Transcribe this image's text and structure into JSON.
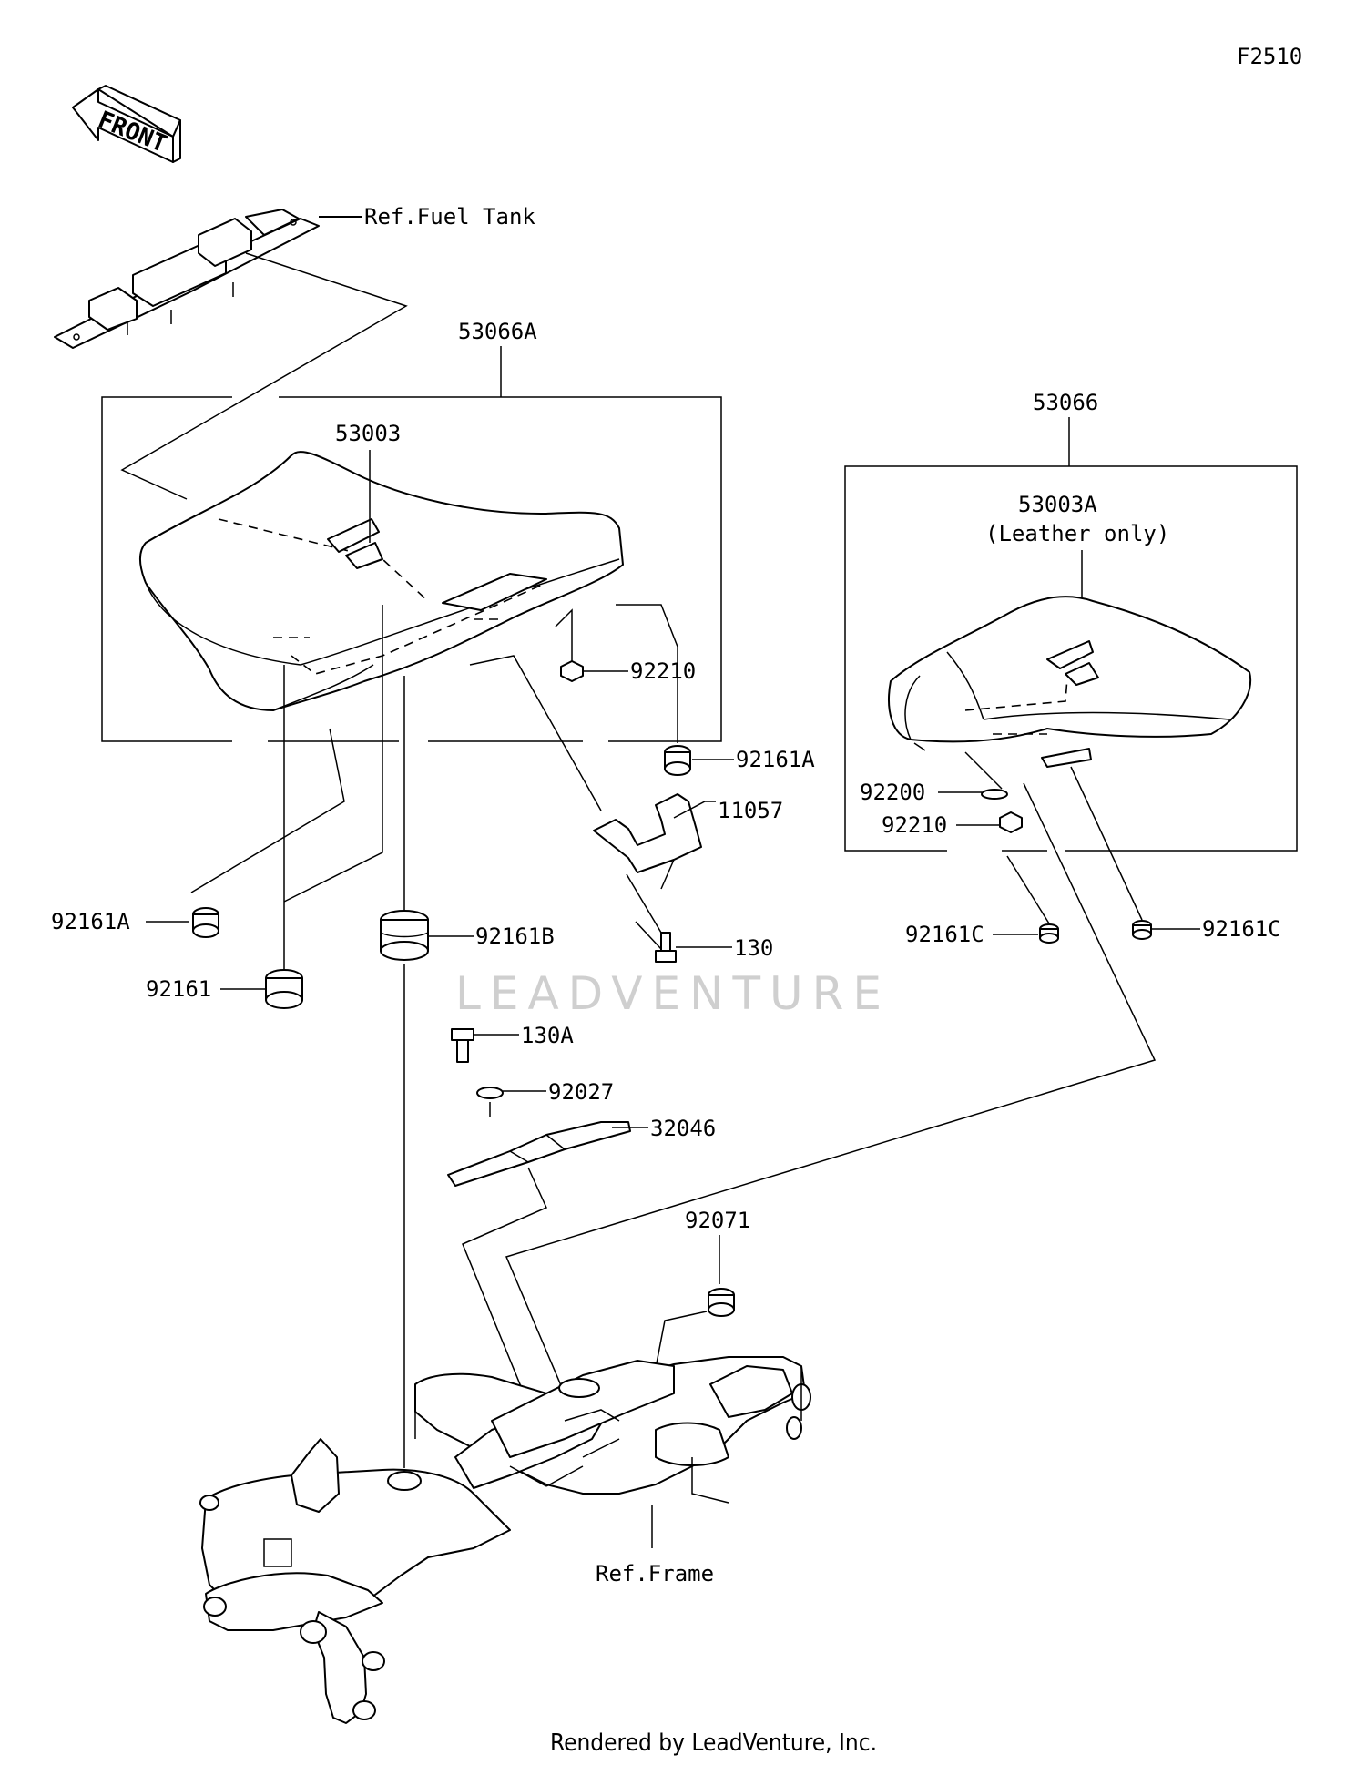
{
  "figure_code": "F2510",
  "front_label": "FRONT",
  "watermark": "LEADVENTURE",
  "footer": "Rendered by LeadVenture, Inc.",
  "references": {
    "fuel_tank": "Ref.Fuel Tank",
    "frame": "Ref.Frame"
  },
  "groups": {
    "rider_seat_assy": "53066A",
    "pillion_seat_assy": "53066"
  },
  "parts": {
    "rider_seat_cover": "53003",
    "pillion_seat_cover": "53003A",
    "pillion_cover_note": "(Leather only)",
    "nut_seat": "92210",
    "damper_a_right": "92161A",
    "damper_a_left": "92161A",
    "damper_plain": "92161",
    "damper_b": "92161B",
    "bracket": "11057",
    "bolt": "130",
    "bolt_a": "130A",
    "collar": "92027",
    "plate": "32046",
    "damper_frame": "92071",
    "washer_pillion": "92200",
    "nut_pillion": "92210",
    "damper_c_left": "92161C",
    "damper_c_right": "92161C"
  }
}
